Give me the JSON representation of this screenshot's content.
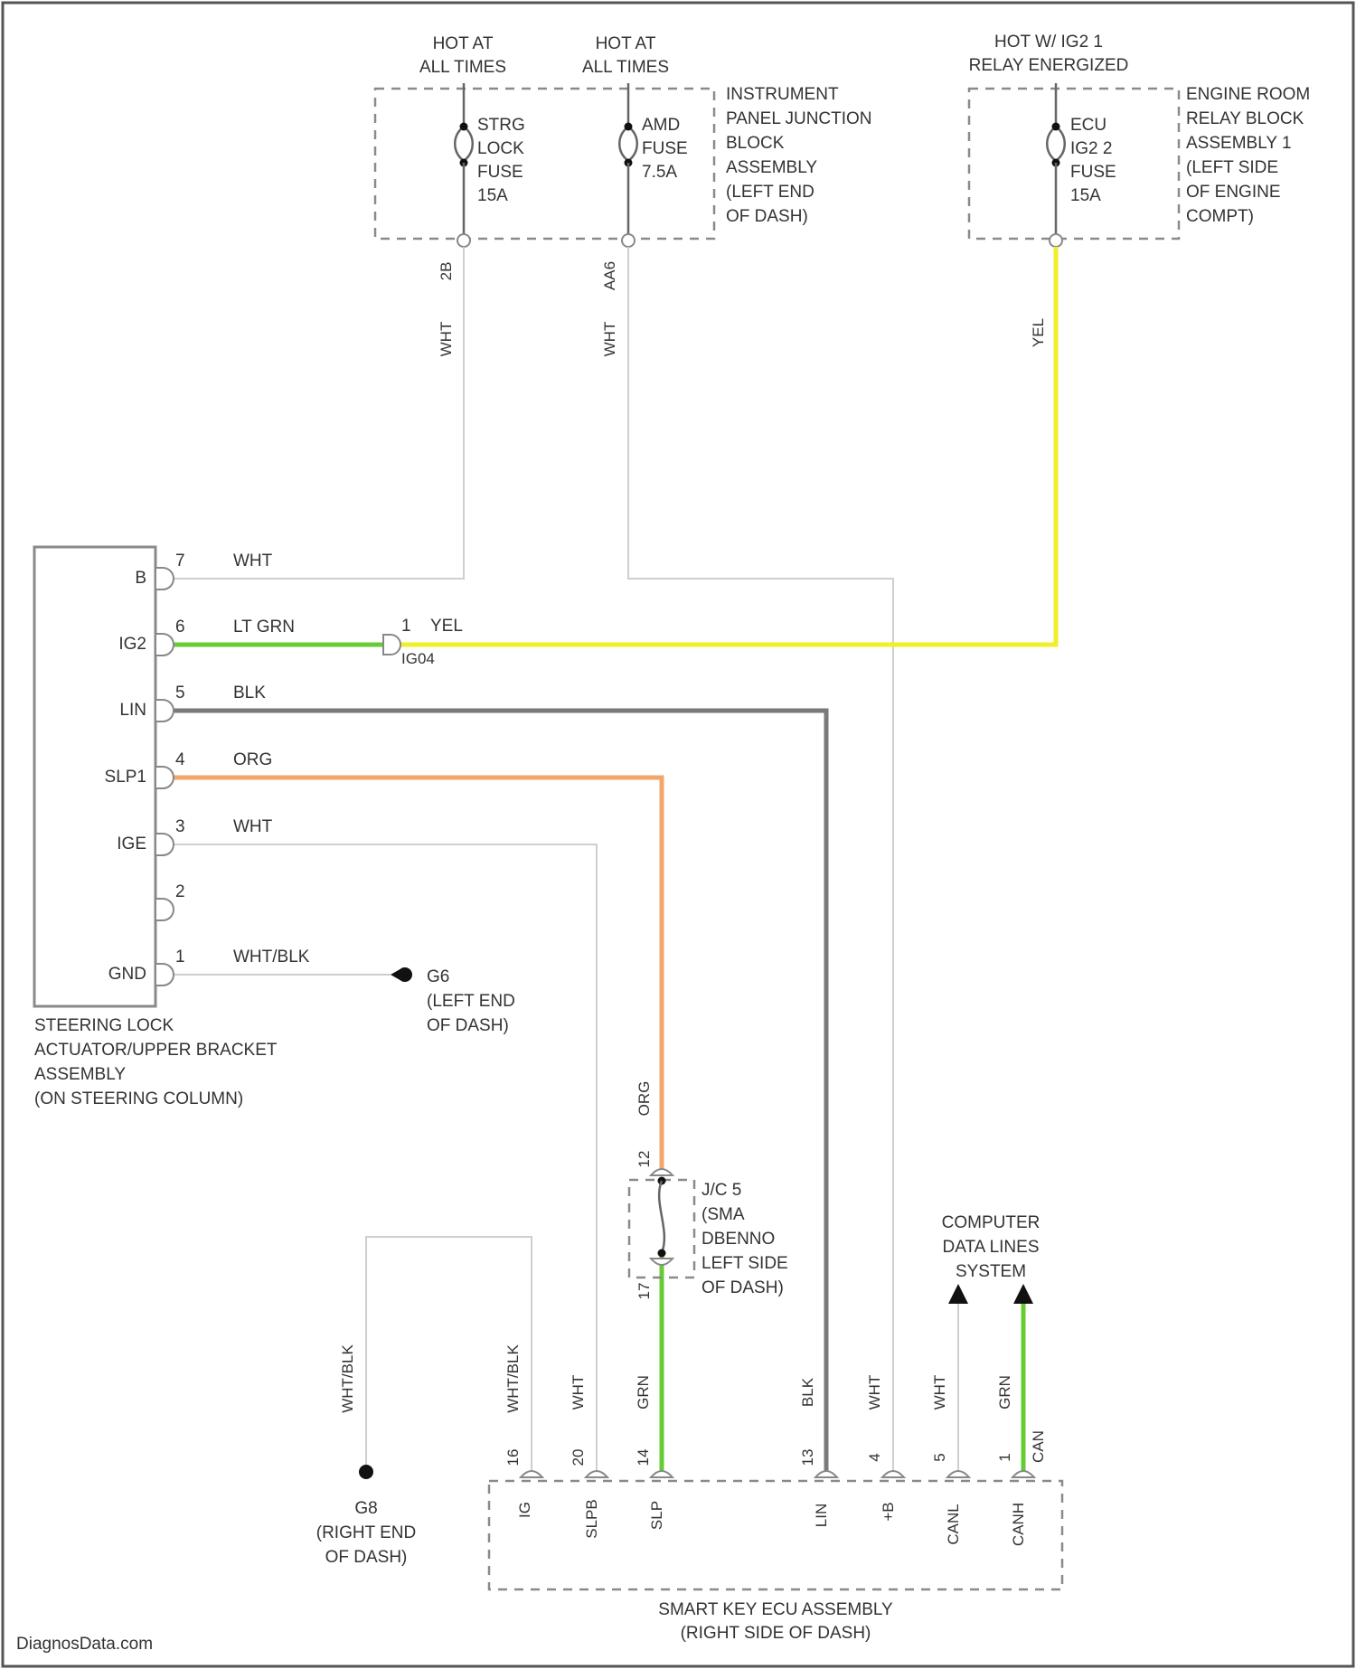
{
  "colors": {
    "wire_white": "#cfcfcf",
    "wire_green": "#66cc33",
    "wire_yellow": "#f2ee2a",
    "wire_orange": "#f3a66a",
    "wire_black": "#7a7a7a",
    "frame": "#555555"
  },
  "power": {
    "hot1": [
      "HOT AT",
      "ALL TIMES"
    ],
    "hot2": [
      "HOT AT",
      "ALL TIMES"
    ],
    "hot3": [
      "HOT W/ IG2 1",
      "RELAY ENERGIZED"
    ]
  },
  "fuses": {
    "strg": [
      "STRG",
      "LOCK",
      "FUSE",
      "15A"
    ],
    "amd": [
      "AMD",
      "FUSE",
      "7.5A"
    ],
    "ecu": [
      "ECU",
      "IG2 2",
      "FUSE",
      "15A"
    ]
  },
  "junctions": {
    "ipjb": [
      "INSTRUMENT",
      "PANEL JUNCTION",
      "BLOCK",
      "ASSEMBLY",
      "(LEFT END",
      "OF DASH)"
    ],
    "errb": [
      "ENGINE ROOM",
      "RELAY BLOCK",
      "ASSEMBLY 1",
      "(LEFT SIDE",
      "OF ENGINE",
      "COMPT)"
    ],
    "jc": [
      "J/C 5",
      "(SMA",
      "DBENNO",
      "LEFT SIDE",
      "OF DASH)"
    ]
  },
  "vertical_wires": {
    "strg_pin": "2B",
    "strg_color": "WHT",
    "amd_pin": "AA6",
    "amd_color": "WHT",
    "ecu_color": "YEL"
  },
  "steering_lock": {
    "name": [
      "STEERING LOCK",
      "ACTUATOR/UPPER BRACKET",
      "ASSEMBLY",
      "(ON STEERING COLUMN)"
    ],
    "pins": [
      {
        "label": "B",
        "num": "7",
        "color": "WHT"
      },
      {
        "label": "IG2",
        "num": "6",
        "color": "LT GRN"
      },
      {
        "label": "LIN",
        "num": "5",
        "color": "BLK"
      },
      {
        "label": "SLP1",
        "num": "4",
        "color": "ORG"
      },
      {
        "label": "IGE",
        "num": "3",
        "color": "WHT"
      },
      {
        "label": "",
        "num": "2",
        "color": ""
      },
      {
        "label": "GND",
        "num": "1",
        "color": "WHT/BLK"
      }
    ]
  },
  "connector": {
    "num": "1",
    "color": "YEL",
    "id": "IG04"
  },
  "grounds": {
    "g1": [
      "G6",
      "(LEFT END",
      "OF DASH)"
    ],
    "g2": [
      "G8",
      "(RIGHT END",
      "OF DASH)"
    ]
  },
  "data_lines": [
    "COMPUTER",
    "DATA LINES",
    "SYSTEM"
  ],
  "jc_pins": {
    "top": "12",
    "bottom": "17",
    "top_color": "ORG"
  },
  "smart_key": {
    "name": [
      "SMART KEY ECU ASSEMBLY",
      "(RIGHT SIDE OF DASH)"
    ],
    "pins": [
      {
        "label": "IG",
        "num": "16",
        "color": "WHT/BLK"
      },
      {
        "label": "SLPB",
        "num": "20",
        "color": "WHT"
      },
      {
        "label": "SLP",
        "num": "14",
        "color": "GRN"
      },
      {
        "label": "LIN",
        "num": "13",
        "color": "BLK"
      },
      {
        "label": "+B",
        "num": "4",
        "color": "WHT"
      },
      {
        "label": "CANL",
        "num": "5",
        "color": "WHT"
      },
      {
        "label": "CANH",
        "num": "1",
        "color": "GRN"
      }
    ],
    "extra_left_color": "WHT/BLK",
    "canh_connector": "CAN"
  },
  "footer": {
    "watermark": "DiagnosData.com"
  }
}
